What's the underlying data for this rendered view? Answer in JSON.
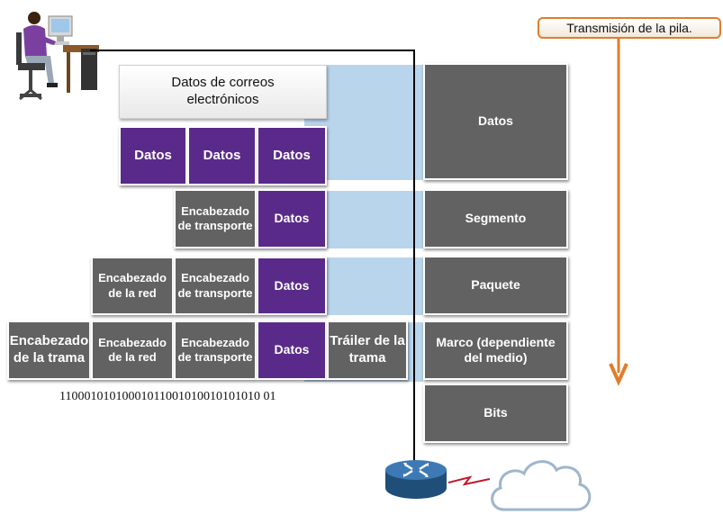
{
  "email_box": {
    "label": "Datos de correos electrónicos"
  },
  "application_row": {
    "data_labels": [
      "Datos",
      "Datos",
      "Datos"
    ]
  },
  "transport_row": {
    "header": "Encabezado de transporte",
    "data": "Datos"
  },
  "network_row": {
    "network_header": "Encabezado de la red",
    "transport_header": "Encabezado de transporte",
    "data": "Datos"
  },
  "frame_row": {
    "frame_header": "Encabezado de la trama",
    "network_header": "Encabezado de la red",
    "transport_header": "Encabezado de transporte",
    "data": "Datos",
    "trailer": "Tráiler de la trama"
  },
  "bitstream": "11000101010001011001010010101010 01",
  "pdu_labels": {
    "data": "Datos",
    "segment": "Segmento",
    "packet": "Paquete",
    "frame": "Marco (dependiente del medio)",
    "bits": "Bits"
  },
  "callout": {
    "label": "Transmisión de la pila."
  },
  "icons": [
    "computer-user-icon",
    "router-icon",
    "cloud-icon"
  ],
  "colors": {
    "gray": "#626262",
    "purple": "#5a2a8a",
    "band": "#b9d5ec",
    "orange": "#e07d2b",
    "router": "#2a5f8f",
    "link": "#c0182a"
  }
}
